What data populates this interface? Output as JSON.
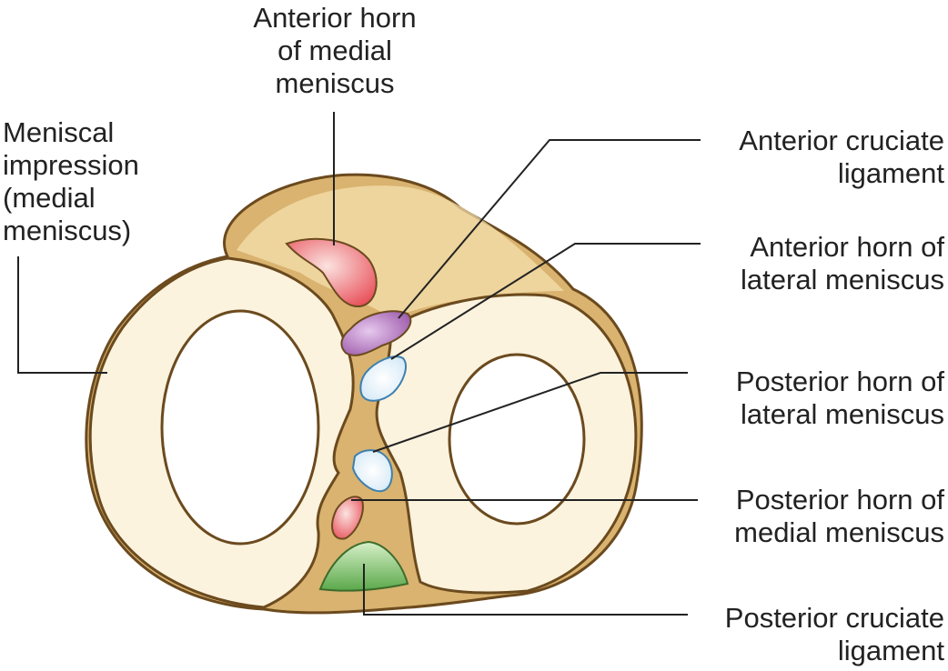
{
  "labels": {
    "anterior_horn_medial": [
      "Anterior horn",
      "of medial",
      "meniscus"
    ],
    "meniscal_impression": [
      "Meniscal",
      "impression",
      "(medial",
      "meniscus)"
    ],
    "anterior_cruciate": [
      "Anterior cruciate",
      "ligament"
    ],
    "anterior_horn_lateral": [
      "Anterior horn of",
      "lateral meniscus"
    ],
    "posterior_horn_lateral": [
      "Posterior horn of",
      "lateral meniscus"
    ],
    "posterior_horn_medial": [
      "Posterior horn of",
      "medial meniscus"
    ],
    "posterior_cruciate": [
      "Posterior cruciate",
      "ligament"
    ]
  },
  "colors": {
    "bone_fill": "#d9b36f",
    "bone_outline": "#6b4a1e",
    "articular_surface": "#fbf3de",
    "medial_meniscus_horn": "#e8505a",
    "acl": "#9b57a8",
    "lateral_meniscus_horn": "#7ab6dc",
    "pcl": "#5aa84a",
    "leader_line": "#222222"
  }
}
